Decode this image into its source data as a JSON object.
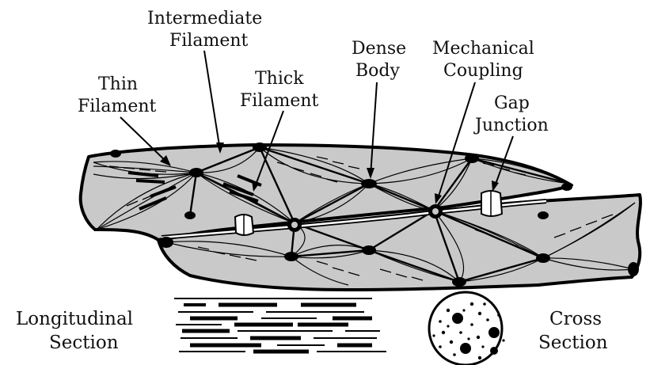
{
  "labels": {
    "intermediate_filament": [
      "Intermediate",
      "Filament"
    ],
    "thin_filament": [
      "Thin",
      "Filament"
    ],
    "thick_filament": [
      "Thick",
      "Filament"
    ],
    "dense_body": [
      "Dense",
      "Body"
    ],
    "mechanical_coupling": [
      "Mechanical",
      "Coupling"
    ],
    "gap_junction": [
      "Gap",
      "Junction"
    ],
    "longitudinal_section": [
      "Longitudinal",
      "Section"
    ],
    "cross_section": [
      "Cross",
      "Section"
    ]
  },
  "colors": {
    "cell_fill": "#c9c9c9",
    "outline": "#000000",
    "background": "#ffffff"
  }
}
